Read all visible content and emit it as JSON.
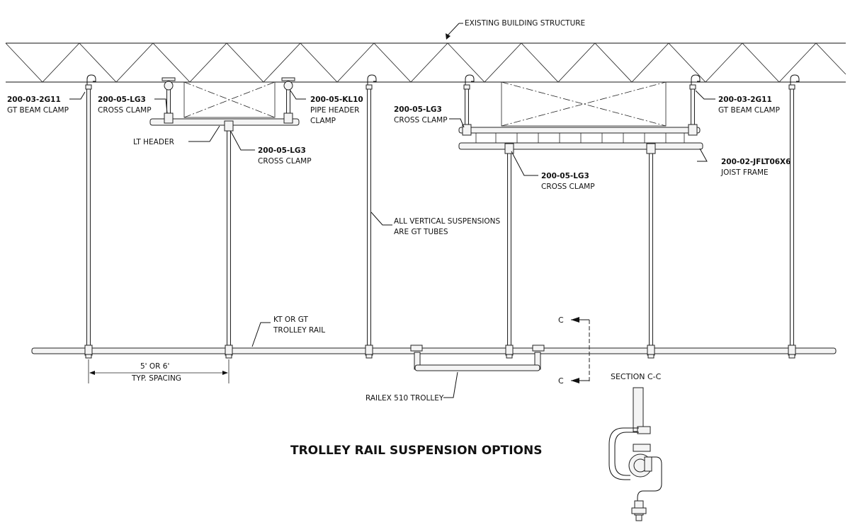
{
  "labels": {
    "building": "EXISTING BUILDING STRUCTURE",
    "beam_clamp_left_1": "200-03-2G11",
    "beam_clamp_left_2": "GT BEAM CLAMP",
    "cross_clamp_a_1": "200-05-LG3",
    "cross_clamp_a_2": "CROSS CLAMP",
    "pipe_header_1": "200-05-KL10",
    "pipe_header_2": "PIPE HEADER",
    "pipe_header_3": "CLAMP",
    "lt_header": "LT HEADER",
    "cross_clamp_b_1": "200-05-LG3",
    "cross_clamp_b_2": "CROSS CLAMP",
    "cross_clamp_c_1": "200-05-LG3",
    "cross_clamp_c_2": "CROSS CLAMP",
    "beam_clamp_right_1": "200-03-2G11",
    "beam_clamp_right_2": "GT BEAM CLAMP",
    "joist_frame_1": "200-02-JFLT06X6",
    "joist_frame_2": "JOIST FRAME",
    "cross_clamp_d_1": "200-05-LG3",
    "cross_clamp_d_2": "CROSS CLAMP",
    "vertical_1": "ALL VERTICAL SUSPENSIONS",
    "vertical_2": "ARE GT TUBES",
    "rail_1": "KT OR GT",
    "rail_2": "TROLLEY RAIL",
    "spacing_1": "5' OR 6'",
    "spacing_2": "TYP. SPACING",
    "trolley": "RAILEX 510 TROLLEY",
    "section_mark_top": "C",
    "section_mark_bottom": "C",
    "section_title": "SECTION C-C"
  },
  "title": "TROLLEY RAIL SUSPENSION OPTIONS"
}
